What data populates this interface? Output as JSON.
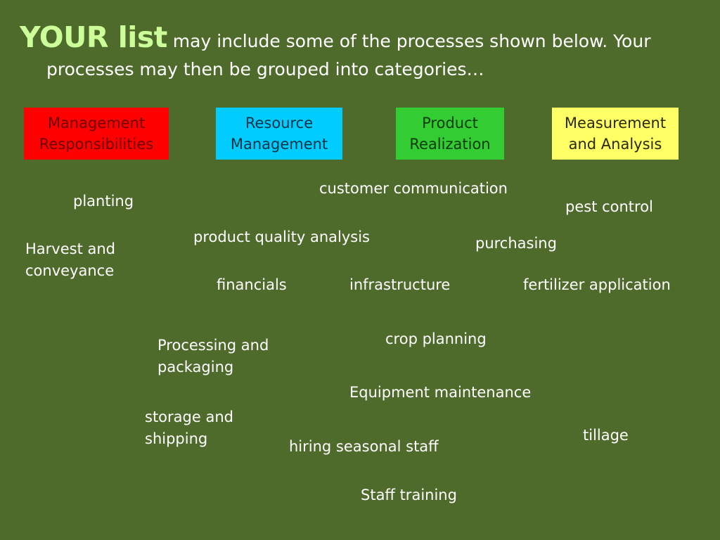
{
  "title": {
    "emphasis": "YOUR list",
    "rest_line1": " may include some of the processes shown below. Your",
    "rest_line2": "processes may then be grouped into categories…"
  },
  "categories": [
    {
      "label": "Management\nResponsibilities",
      "color": "#ff0000"
    },
    {
      "label": "Resource\nManagement",
      "color": "#00ccff"
    },
    {
      "label": "Product\nRealization",
      "color": "#33cc33"
    },
    {
      "label": "Measurement\nand Analysis",
      "color": "#ffff66"
    }
  ],
  "processes": {
    "planting": "planting",
    "customer_communication": "customer communication",
    "pest_control": "pest control",
    "harvest": "Harvest and\nconveyance",
    "product_quality": "product quality analysis",
    "purchasing": "purchasing",
    "financials": "financials",
    "infrastructure": "infrastructure",
    "fertilizer": "fertilizer application",
    "crop_planning": "crop planning",
    "processing": "Processing and\npackaging",
    "equipment": "Equipment maintenance",
    "storage": "storage and\nshipping",
    "tillage": "tillage",
    "hiring": "hiring seasonal staff",
    "training": "Staff training"
  },
  "background_color": "#4f6b2c"
}
